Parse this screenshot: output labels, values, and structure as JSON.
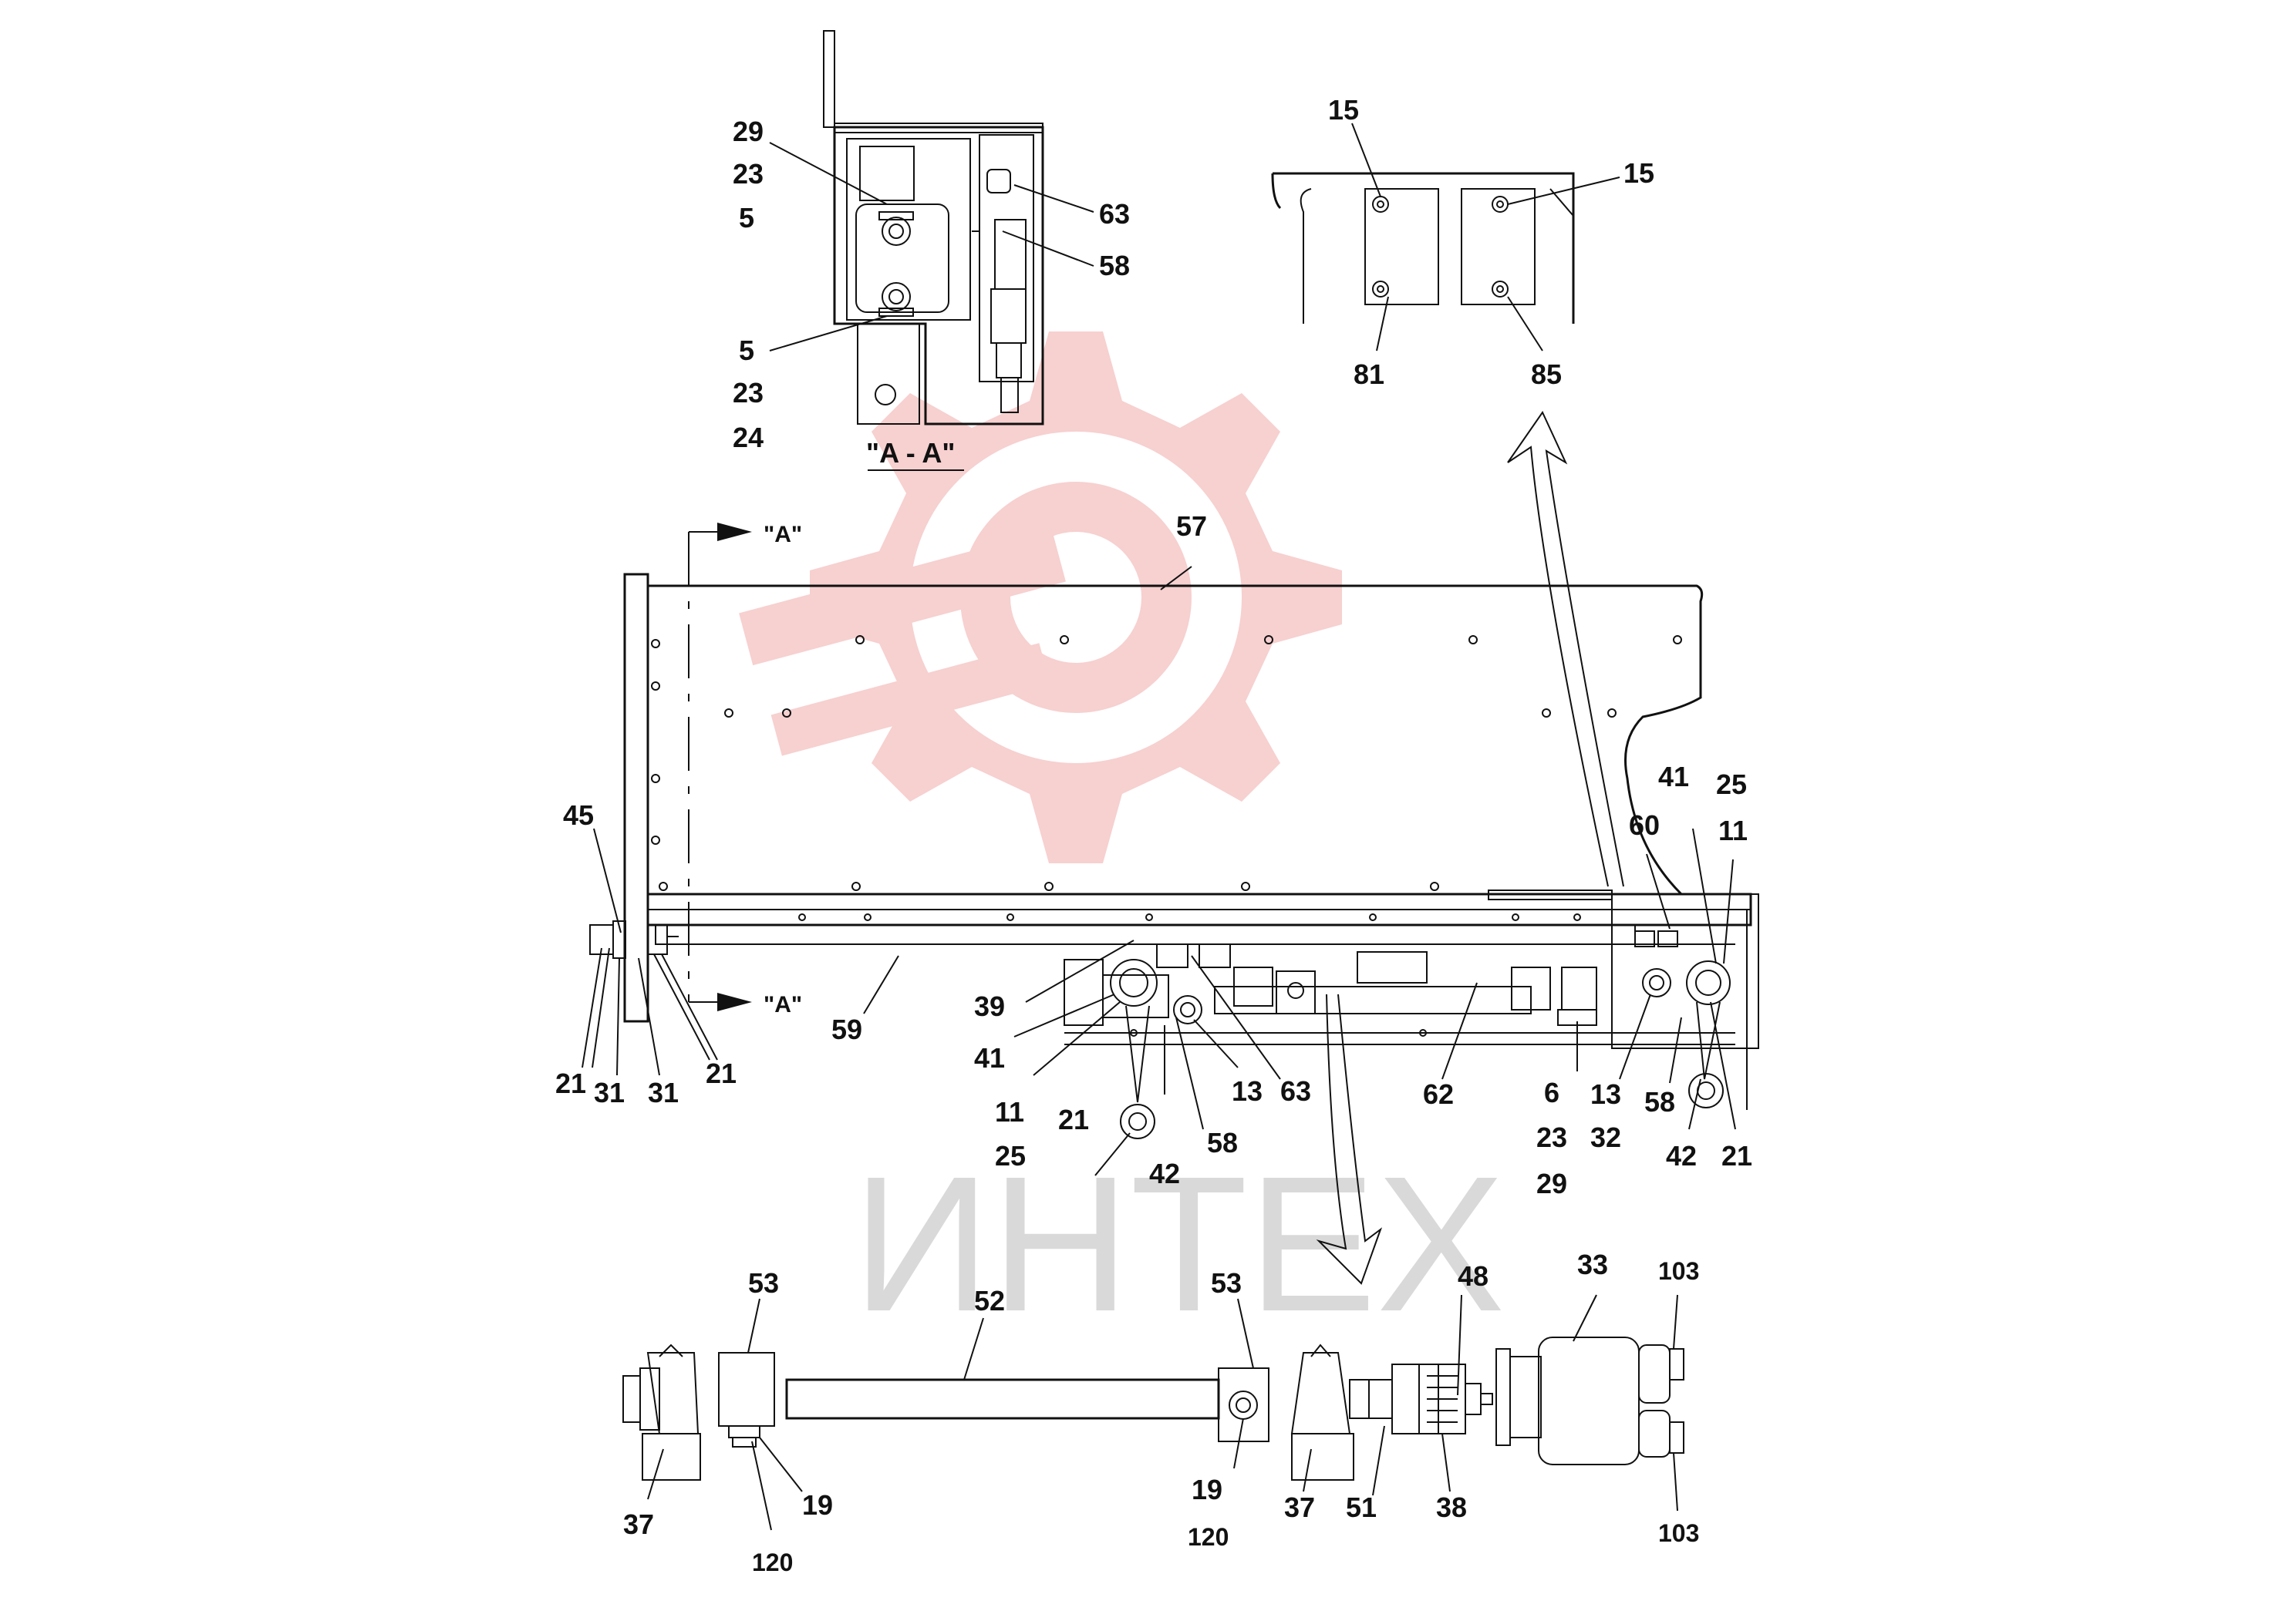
{
  "watermark": {
    "text": "ИНТЕХ",
    "gear_color": "#f6c8c8",
    "text_color": "#d9d9d9"
  },
  "section": {
    "title": "\"A - A\"",
    "mark_top": "\"A\"",
    "mark_bottom": "\"A\""
  },
  "callouts": {
    "sec_29": "29",
    "sec_23a": "23",
    "sec_5a": "5",
    "sec_5b": "5",
    "sec_23b": "23",
    "sec_24": "24",
    "sec_63": "63",
    "sec_58": "58",
    "det_15a": "15",
    "det_15b": "15",
    "det_81": "81",
    "det_85": "85",
    "m_57": "57",
    "m_45": "45",
    "m_41r": "41",
    "m_25r": "25",
    "m_60": "60",
    "m_11r": "11",
    "m_21a": "21",
    "m_31a": "31",
    "m_31b": "31",
    "m_21b": "21",
    "m_59": "59",
    "m_39": "39",
    "m_41": "41",
    "m_11": "11",
    "m_25": "25",
    "m_21c": "21",
    "m_42": "42",
    "m_58": "58",
    "m_13": "13",
    "m_63": "63",
    "m_62": "62",
    "m_6": "6",
    "m_23": "23",
    "m_29": "29",
    "m_13b": "13",
    "m_32": "32",
    "m_58b": "58",
    "m_42b": "42",
    "m_21d": "21",
    "s_53a": "53",
    "s_52": "52",
    "s_53b": "53",
    "s_48": "48",
    "s_33": "33",
    "s_103a": "103",
    "s_103b": "103",
    "s_37a": "37",
    "s_19a": "19",
    "s_120a": "120",
    "s_19b": "19",
    "s_120b": "120",
    "s_37b": "37",
    "s_51": "51",
    "s_38": "38"
  }
}
